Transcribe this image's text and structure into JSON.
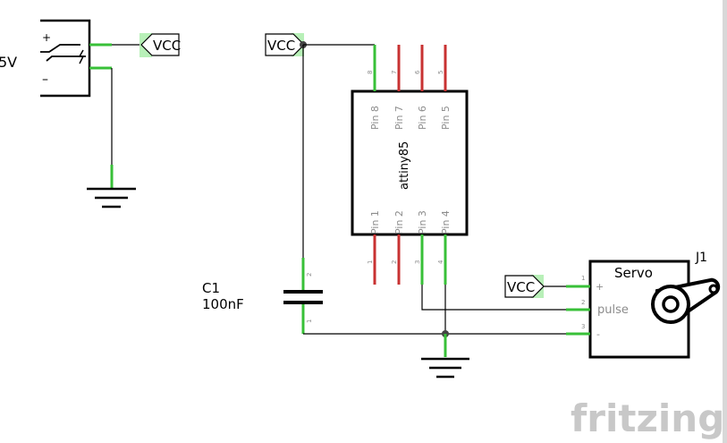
{
  "power_jack": {
    "voltage_label": "5V",
    "plus_sign": "+",
    "minus_sign": "–"
  },
  "net_labels": {
    "vcc_jack": "VCC",
    "vcc_chip": "VCC",
    "vcc_servo": "VCC"
  },
  "ic": {
    "name": "attiny85",
    "top_pins": [
      {
        "label": "Pin 8",
        "number": "8"
      },
      {
        "label": "Pin 7",
        "number": "7"
      },
      {
        "label": "Pin 6",
        "number": "6"
      },
      {
        "label": "Pin 5",
        "number": "5"
      }
    ],
    "bottom_pins": [
      {
        "label": "Pin 1",
        "number": "1"
      },
      {
        "label": "Pin 2",
        "number": "2"
      },
      {
        "label": "Pin 3",
        "number": "3"
      },
      {
        "label": "Pin 4",
        "number": "4"
      }
    ]
  },
  "capacitor": {
    "ref": "C1",
    "value": "100nF",
    "pin_top": "2",
    "pin_bottom": "1"
  },
  "servo": {
    "title": "Servo",
    "ref": "J1",
    "pins": [
      {
        "number": "1",
        "label": "+"
      },
      {
        "number": "2",
        "label": "pulse"
      },
      {
        "number": "3",
        "label": "-"
      }
    ]
  },
  "brand": {
    "logo_text": "fritzing"
  },
  "colors": {
    "connected": "#38c038",
    "unconnected": "#c83232",
    "net_label_fill": "#b8f0b8",
    "logo": "#c8c8c8"
  }
}
